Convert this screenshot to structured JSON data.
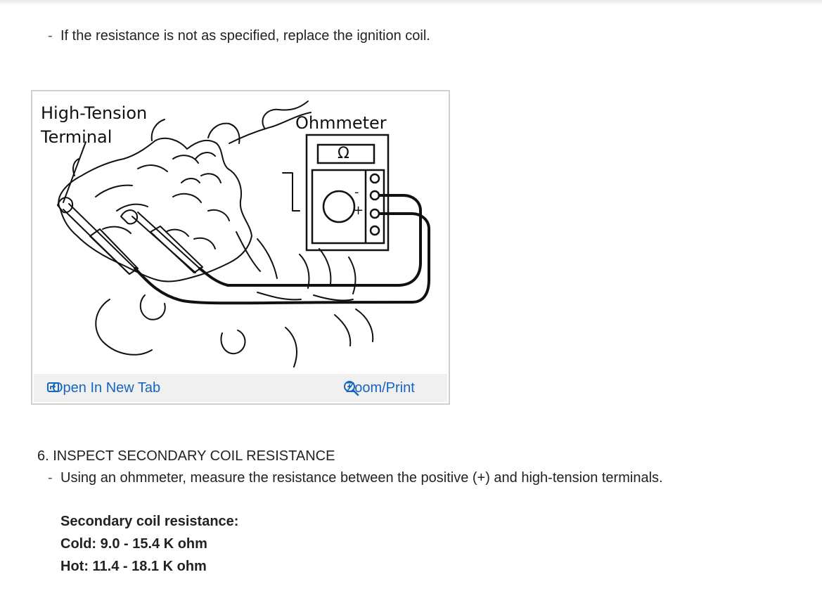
{
  "page": {
    "bullet_top": "If the resistance is not as specified, replace the ignition coil.",
    "figure": {
      "label_terminal": [
        "High-Tension",
        "Terminal"
      ],
      "label_meter": "Ohmmeter",
      "meter_display_symbol": "Ω",
      "meter_minus": "-",
      "meter_plus": "+",
      "open_tab": "Open In New Tab",
      "zoom_print": "Zoom/Print"
    },
    "heading": "6. INSPECT SECONDARY COIL RESISTANCE",
    "bullet_bottom": "Using an ohmmeter, measure the resistance between the positive (+) and high-tension terminals.",
    "spec": {
      "title": "Secondary coil resistance:",
      "cold": "Cold: 9.0 - 15.4 K ohm",
      "hot": "Hot: 11.4 - 18.1 K ohm"
    }
  }
}
